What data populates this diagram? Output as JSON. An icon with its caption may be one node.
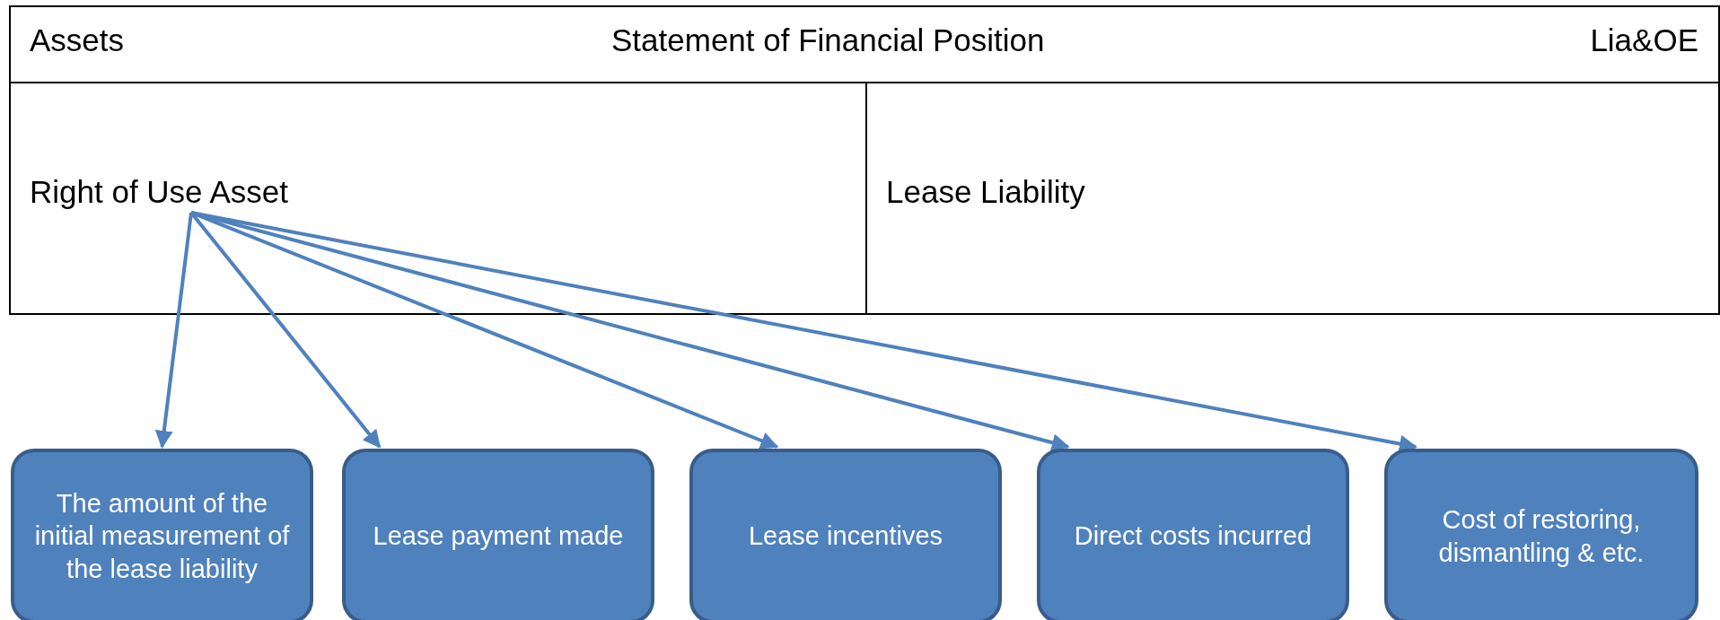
{
  "diagram": {
    "nodes": [
      {
        "text": [
          "Right of Use Asset"
        ]
      },
      {
        "text": [
          "The amount of the initial measurement of the lease liability"
        ]
      },
      {
        "text": [
          "Lease payment made"
        ]
      },
      {
        "text": [
          "Lease incentives"
        ]
      },
      {
        "text": [
          "Direct costs incurred"
        ]
      },
      {
        "text": [
          "Cost of restoring, dismantling & etc."
        ]
      }
    ],
    "edges": [
      {
        "from": 0,
        "to": 1,
        "arrow": "to"
      },
      {
        "from": 0,
        "to": 2,
        "arrow": "to"
      },
      {
        "from": 0,
        "to": 3,
        "arrow": "to"
      },
      {
        "from": 0,
        "to": 4,
        "arrow": "to"
      },
      {
        "from": 0,
        "to": 5,
        "arrow": "to"
      }
    ],
    "labels": [
      "Assets",
      "Statement of Financial Position",
      "Lia&OE",
      "Lease Liability"
    ]
  }
}
